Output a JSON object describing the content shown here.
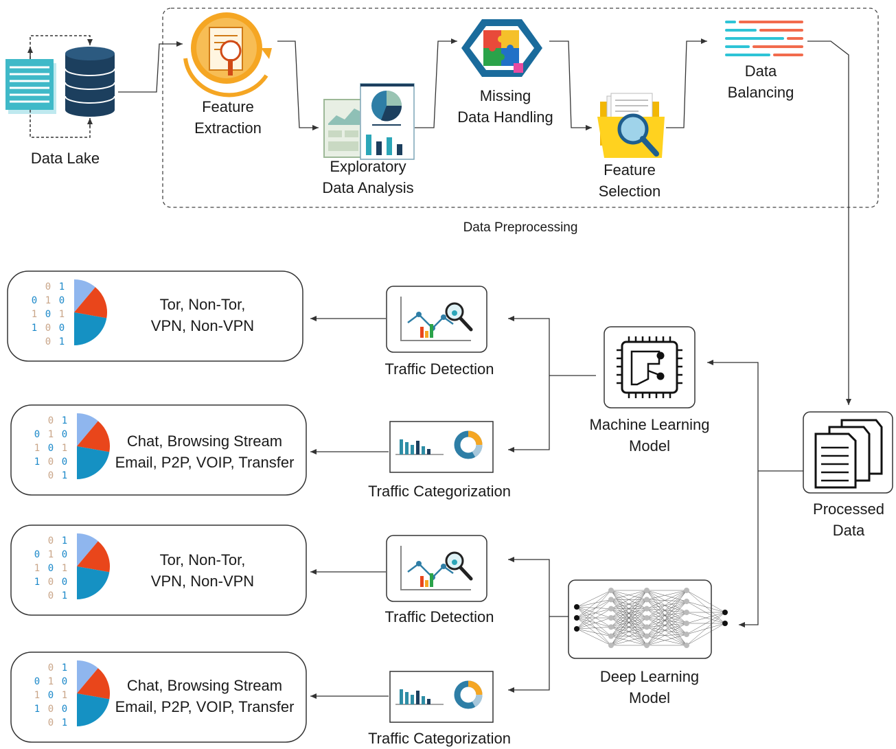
{
  "colors": {
    "line": "#333333",
    "dashed": "#444444",
    "teal": "#2ba6b8",
    "dark_navy": "#1c3f5e",
    "orange": "#f5a623",
    "red_orange": "#e9461b",
    "light_blue": "#8fb6ee",
    "pie_blue": "#1591c3",
    "bin_tan": "#c9a588",
    "bin_blue": "#1a88c9"
  },
  "preprocessing": {
    "group_label": "Data Preprocessing",
    "data_lake": "Data Lake",
    "feature_extraction": [
      "Feature",
      "Extraction"
    ],
    "eda": [
      "Exploratory",
      "Data Analysis"
    ],
    "missing_data": [
      "Missing",
      "Data Handling"
    ],
    "feature_selection": [
      "Feature",
      "Selection"
    ],
    "data_balancing": [
      "Data",
      "Balancing"
    ]
  },
  "processed_data": [
    "Processed",
    "Data"
  ],
  "models": {
    "ml": [
      "Machine Learning",
      "Model"
    ],
    "dl": [
      "Deep Learning",
      "Model"
    ]
  },
  "tasks": {
    "detection_1": "Traffic Detection",
    "categorization_1": "Traffic Categorization",
    "detection_2": "Traffic Detection",
    "categorization_2": "Traffic Categorization"
  },
  "outputs": {
    "out1": [
      "Tor, Non-Tor,",
      "VPN, Non-VPN"
    ],
    "out2": [
      "Chat, Browsing Stream",
      "Email, P2P, VOIP, Transfer"
    ],
    "out3": [
      "Tor, Non-Tor,",
      "VPN, Non-VPN"
    ],
    "out4": [
      "Chat, Browsing Stream",
      "Email, P2P, VOIP, Transfer"
    ]
  },
  "binary_rows": [
    "0 1",
    "0 1 0",
    "1 0 1",
    "1 0 0",
    "0 1"
  ],
  "icons": {
    "data_lake": "documents-database-icon",
    "feature_extraction": "document-magnifier-icon",
    "eda": "analytics-charts-icon",
    "missing_data": "puzzle-hexagon-icon",
    "feature_selection": "folder-search-icon",
    "data_balancing": "balanced-bars-icon",
    "processed_data": "stacked-documents-icon",
    "ml": "chip-icon",
    "dl": "neural-network-icon",
    "detection": "line-chart-magnifier-icon",
    "categorization": "bar-donut-chart-icon",
    "output": "binary-pie-icon"
  }
}
